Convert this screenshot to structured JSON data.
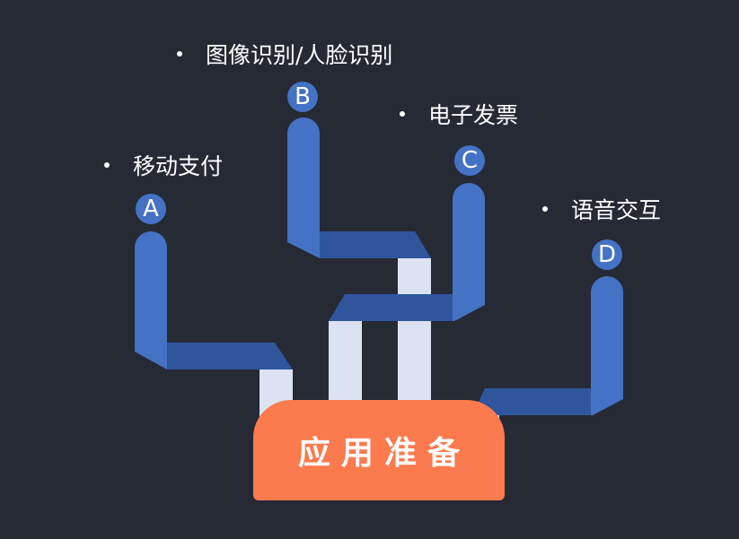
{
  "center": {
    "label": "应用准备"
  },
  "branches": [
    {
      "letter": "A",
      "label": "移动支付"
    },
    {
      "letter": "B",
      "label": "图像识别/人脸识别"
    },
    {
      "letter": "C",
      "label": "电子发票"
    },
    {
      "letter": "D",
      "label": "语音交互"
    }
  ],
  "colors": {
    "background": "#262a35",
    "pipe_front": "#4472c4",
    "pipe_top": "#2f569c",
    "pillar": "#dbe3f2",
    "center_box": "#fb7a4e",
    "text": "#ffffff"
  }
}
